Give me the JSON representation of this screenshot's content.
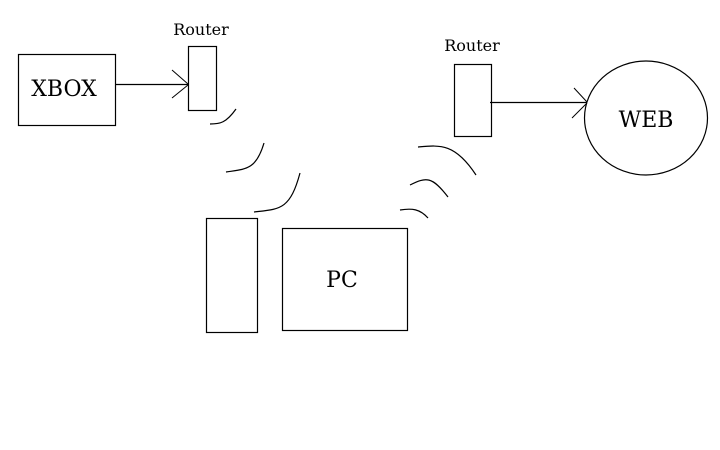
{
  "diagram": {
    "nodes": {
      "xbox": {
        "label": "XBOX",
        "shape": "rectangle"
      },
      "router_left": {
        "label": "Router",
        "shape": "rectangle"
      },
      "router_right": {
        "label": "Router",
        "shape": "rectangle"
      },
      "pc_tower": {
        "label": "",
        "shape": "rectangle"
      },
      "pc": {
        "label": "PC",
        "shape": "rectangle"
      },
      "web": {
        "label": "WEB",
        "shape": "ellipse"
      }
    },
    "edges": [
      {
        "from": "XBOX",
        "to": "Router (left)",
        "type": "arrow"
      },
      {
        "from": "Router (right)",
        "to": "WEB",
        "type": "arrow"
      },
      {
        "from": "Router (left)",
        "to": "PC",
        "type": "wireless-waves"
      },
      {
        "from": "PC",
        "to": "Router (right)",
        "type": "wireless-waves"
      }
    ],
    "colors": {
      "stroke": "#000000",
      "background": "#ffffff"
    }
  }
}
